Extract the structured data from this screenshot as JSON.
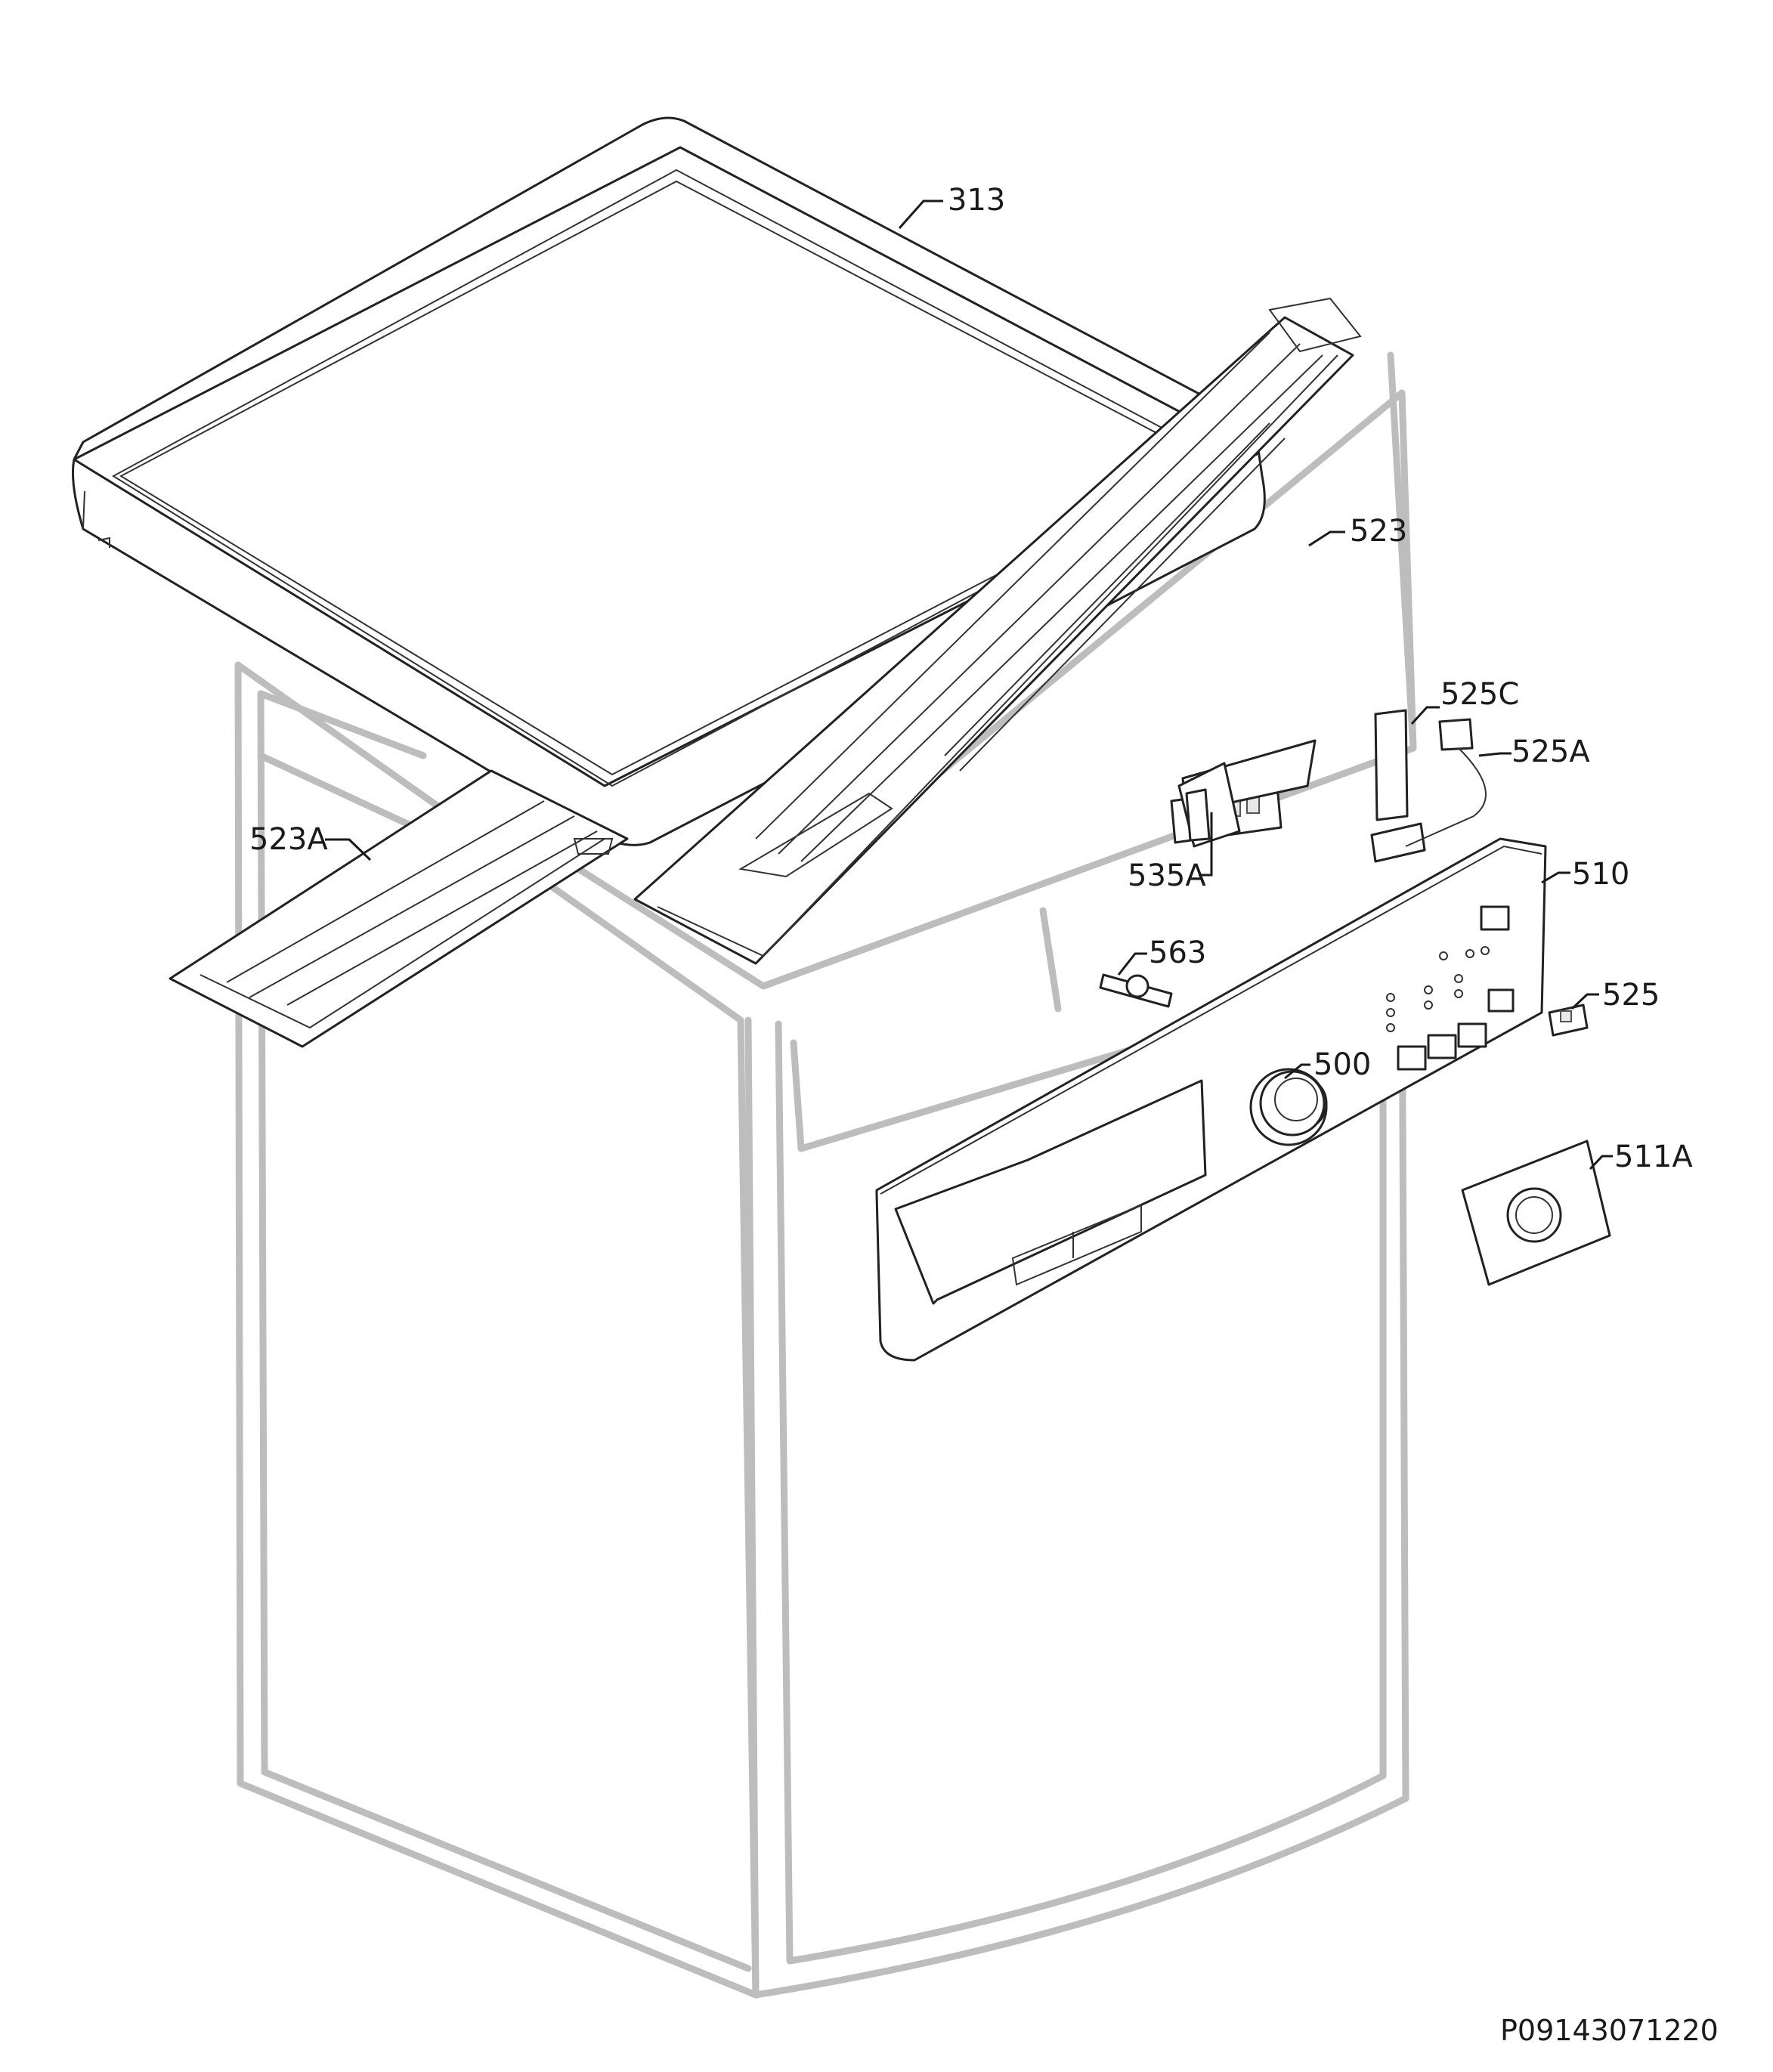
{
  "callouts": [
    {
      "id": "313"
    },
    {
      "id": "523"
    },
    {
      "id": "523A"
    },
    {
      "id": "525C"
    },
    {
      "id": "525A"
    },
    {
      "id": "535A"
    },
    {
      "id": "510"
    },
    {
      "id": "563"
    },
    {
      "id": "525"
    },
    {
      "id": "500"
    },
    {
      "id": "511A"
    }
  ],
  "figure_code": "P09143071220",
  "colors": {
    "ghost_outline": "#bdbdbd",
    "line": "#1a1a1a"
  }
}
